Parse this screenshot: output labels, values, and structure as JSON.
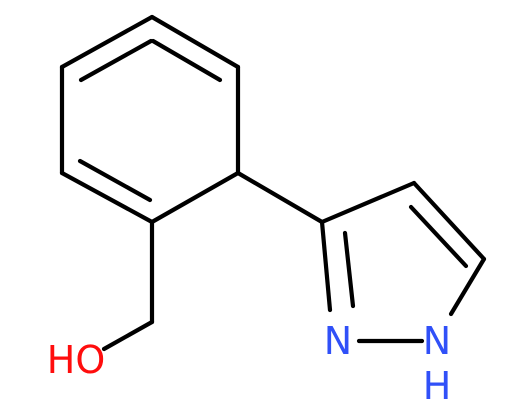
{
  "atoms": {
    "oxygen": {
      "text": "HO",
      "color": "#ff0d0d"
    },
    "nitrogen_2": {
      "text": "N",
      "color": "#3050f8"
    },
    "nitrogen_1": {
      "text": "N",
      "color": "#3050f8"
    },
    "hydrogen_n1": {
      "text": "H",
      "color": "#3050f8"
    }
  },
  "colors": {
    "bond": "#000000",
    "background": "#ffffff"
  }
}
